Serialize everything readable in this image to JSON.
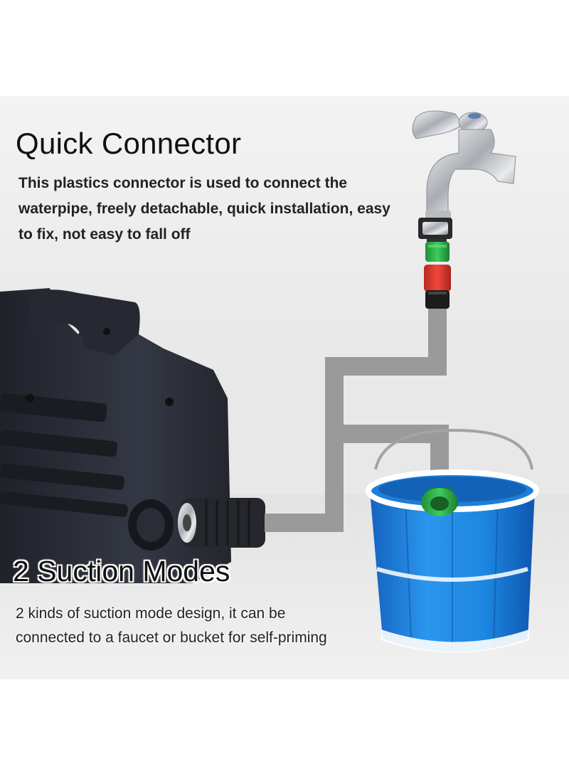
{
  "section1": {
    "title": "Quick Connector",
    "description": "This plastics connector is used to connect the waterpipe, freely detachable, quick installation, easy to fix, not easy to fall off"
  },
  "section2": {
    "title": "2 Suction Modes",
    "description": "2 kinds of suction mode design, it can be connected to a faucet or bucket for self-priming"
  },
  "colors": {
    "hose": "#9a9a9a",
    "machine_body": "#2c2f38",
    "bucket": "#1e88e5",
    "connector_green": "#2bb34a",
    "connector_red": "#e23b2e"
  },
  "icons": [
    "faucet-icon",
    "pressure-washer-icon",
    "bucket-icon",
    "hose-connector-icon"
  ]
}
